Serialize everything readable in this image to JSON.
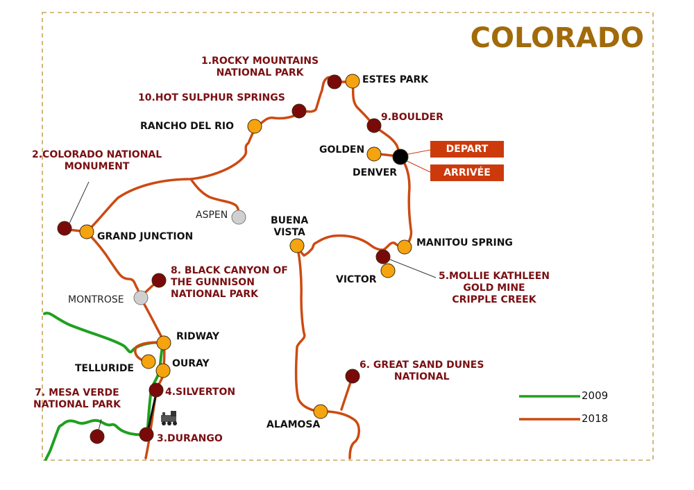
{
  "title": "COLORADO",
  "colors": {
    "title": "#a16a0a",
    "road_2018": "#cc4a12",
    "road_2009": "#1fa01f",
    "site_marker": "#7a0a0a",
    "city_marker": "#f5a30f",
    "grey_marker": "#d0d0d0",
    "start_marker": "#000000",
    "tag_bg": "#cc3a0c",
    "border": "#c9a55a"
  },
  "tags": {
    "depart": "DEPART",
    "arrivee": "ARRIVÉE"
  },
  "sites": {
    "s1": {
      "line1": "1.ROCKY MOUNTAINS",
      "line2": "NATIONAL PARK"
    },
    "s2": {
      "line1": "2.COLORADO NATIONAL",
      "line2": "MONUMENT"
    },
    "s3": {
      "line1": "3.DURANGO"
    },
    "s4": {
      "line1": "4.SILVERTON"
    },
    "s5": {
      "line1": "5.MOLLIE KATHLEEN",
      "line2": "GOLD MINE",
      "line3": "CRIPPLE CREEK"
    },
    "s6": {
      "line1": "6. GREAT SAND DUNES",
      "line2": "NATIONAL"
    },
    "s7": {
      "line1": "7. MESA VERDE",
      "line2": "NATIONAL PARK"
    },
    "s8": {
      "line1": "8. BLACK CANYON OF",
      "line2": "THE GUNNISON",
      "line3": "NATIONAL PARK"
    },
    "s9": {
      "line1": "9.BOULDER"
    },
    "s10": {
      "line1": "10.HOT SULPHUR SPRINGS"
    }
  },
  "cities": {
    "estes_park": "ESTES PARK",
    "rancho_del_rio": "RANCHO DEL RIO",
    "golden": "GOLDEN",
    "denver": "DENVER",
    "grand_junction": "GRAND JUNCTION",
    "aspen": "ASPEN",
    "buena": "BUENA",
    "vista": "VISTA",
    "manitou_spring": "MANITOU SPRING",
    "victor": "VICTOR",
    "montrose": "MONTROSE",
    "ridway": "RIDWAY",
    "telluride": "TELLURIDE",
    "ouray": "OURAY",
    "alamosa": "ALAMOSA"
  },
  "legend": [
    {
      "label": "2009",
      "color": "#1fa01f"
    },
    {
      "label": "2018",
      "color": "#cc4a12"
    }
  ]
}
